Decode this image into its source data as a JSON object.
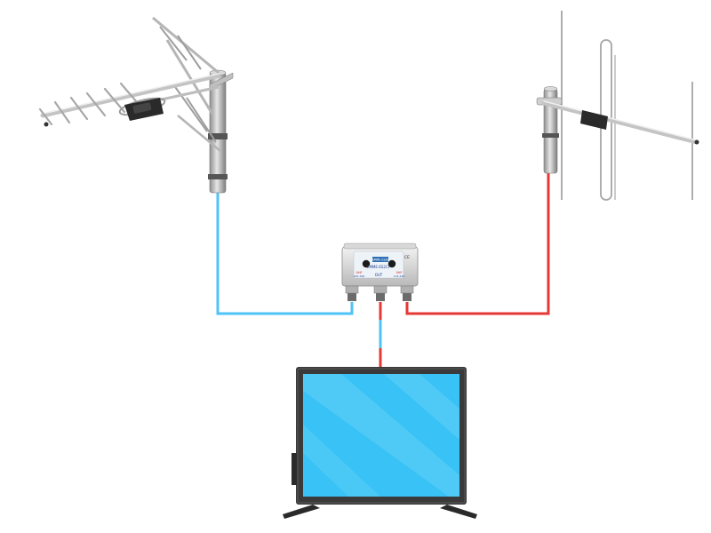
{
  "diagram": {
    "components": [
      {
        "id": "uhf-antenna",
        "type": "yagi-antenna"
      },
      {
        "id": "vhf-antenna",
        "type": "dipole-antenna"
      },
      {
        "id": "combiner",
        "type": "antenna-combiner"
      },
      {
        "id": "tv",
        "type": "television"
      }
    ],
    "connections": [
      {
        "from": "uhf-antenna",
        "to": "combiner",
        "cable_color": "#4fc3f7"
      },
      {
        "from": "vhf-antenna",
        "to": "combiner",
        "cable_color": "#e53935"
      },
      {
        "from": "combiner",
        "to": "tv",
        "cable_colors": [
          "#e53935",
          "#4fc3f7"
        ]
      }
    ]
  },
  "combiner": {
    "brand": "EMME ESSE",
    "model": "EMME-ES2CF",
    "ce_mark": "CE",
    "port_left_code": "UHF",
    "port_left_range": "470-790",
    "port_right_code": "VHF",
    "port_right_range": "174-230",
    "port_center_label": "OUT"
  },
  "colors": {
    "cable_blue": "#4fc3f7",
    "cable_red": "#e53935",
    "screen": "#39c2f5",
    "tv_bezel": "#3a3a3a",
    "aluminum": "#c8c8c8"
  }
}
